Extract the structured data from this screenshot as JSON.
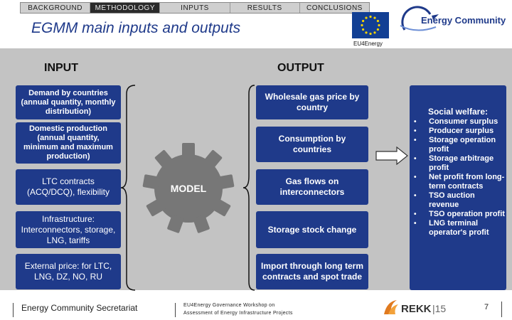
{
  "nav": {
    "tabs": [
      {
        "label": "BACKGROUND",
        "active": false
      },
      {
        "label": "METHODOLOGY",
        "active": true
      },
      {
        "label": "INPUTS",
        "active": false
      },
      {
        "label": "RESULTS",
        "active": false
      },
      {
        "label": "CONCLUSIONS",
        "active": false
      }
    ]
  },
  "header": {
    "title": "EGMM main inputs and outputs",
    "eu_caption": "EU4Energy",
    "logo_text": "Energy Community"
  },
  "input": {
    "heading": "INPUT",
    "items": [
      "Demand by countries (annual quantity, monthly distribution)",
      "Domestic production (annual quantity, minimum and maximum production)",
      "LTC contracts (ACQ/DCQ), flexibility",
      "Infrastructure: Interconnectors, storage, LNG, tariffs",
      "External price: for LTC, LNG, DZ, NO, RU"
    ]
  },
  "model": {
    "label": "MODEL"
  },
  "output": {
    "heading": "OUTPUT",
    "items": [
      "Wholesale gas price by country",
      "Consumption by countries",
      "Gas flows on interconnectors",
      "Storage stock change",
      "Import through long term contracts and spot trade"
    ]
  },
  "welfare": {
    "title": "Social welfare:",
    "items": [
      "Consumer surplus",
      "Producer surplus",
      "Storage operation profit",
      "Storage arbitrage profit",
      "Net profit from long-term contracts",
      "TSO auction revenue",
      "TSO operation profit",
      "LNG terminal operator's profit"
    ]
  },
  "footer": {
    "left": "Energy Community Secretariat",
    "mid_line1": "EU4Energy Governance Workshop on",
    "mid_line2": "Assessment of Energy Infrastructure Projects",
    "page": "7"
  },
  "colors": {
    "brand_blue": "#1f3a8a",
    "band_gray": "#c3c3c3",
    "eu_blue": "#123f94",
    "eu_star": "#f5d300"
  }
}
